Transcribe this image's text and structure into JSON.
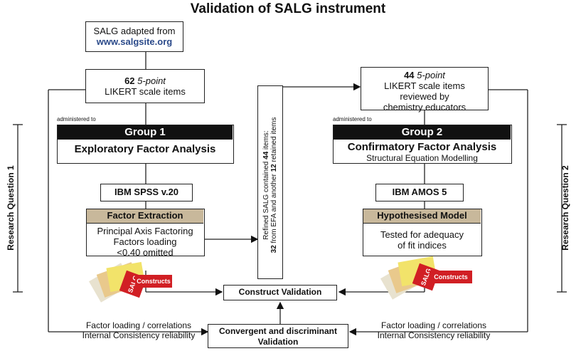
{
  "title": "Validation of SALG instrument",
  "top_box": {
    "line1": "SALG adapted from",
    "link": "www.salgsite.org"
  },
  "left": {
    "items_box": {
      "count": "62",
      "type": "5-point",
      "line2": "LIKERT scale items"
    },
    "administered": "administered to",
    "group": "Group 1",
    "analysis": "Exploratory Factor Analysis",
    "software": "IBM SPSS v.20",
    "step_header": "Factor Extraction",
    "step_lines": [
      "Principal Axis Factoring",
      "Factors loading",
      "<0.40 omitted"
    ],
    "feedback": [
      "Factor loading / correlations",
      "Internal Consistency reliability"
    ],
    "research_question": "Research Question 1"
  },
  "right": {
    "items_box": {
      "count": "44",
      "type": "5-point",
      "line2": "LIKERT scale items",
      "line3": "reviewed by",
      "line4": "chemistry educators"
    },
    "administered": "administered to",
    "group": "Group 2",
    "analysis": "Confirmatory Factor Analysis",
    "analysis_sub": "Structural Equation Modelling",
    "software": "IBM AMOS 5",
    "step_header": "Hypothesised Model",
    "step_lines": [
      "Tested for adequacy",
      "of fit indices"
    ],
    "feedback": [
      "Factor loading / correlations",
      "Internal Consistency reliability"
    ],
    "research_question": "Research Question 2"
  },
  "center": {
    "refined_line1_a": "Refined SALG contained ",
    "refined_line1_b": "44",
    "refined_line1_c": " items:",
    "refined_line2_a": "32",
    "refined_line2_b": " from EFA and another ",
    "refined_line2_c": "12",
    "refined_line2_d": " retained items",
    "construct_validation": "Construct Validation",
    "convergent_line1": "Convergent and discriminant",
    "convergent_line2": "Validation"
  },
  "books": {
    "label1": "SALG",
    "label2": "Constructs"
  }
}
